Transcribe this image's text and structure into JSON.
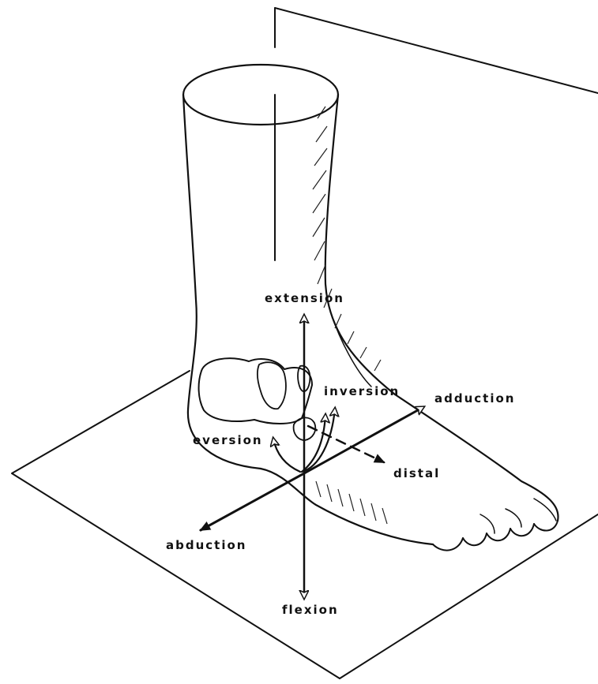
{
  "diagram": {
    "labels": {
      "extension": "extension",
      "inversion": "inversion",
      "adduction": "adduction",
      "eversion": "eversion",
      "distal": "distal",
      "abduction": "abduction",
      "flexion": "flexion"
    }
  }
}
